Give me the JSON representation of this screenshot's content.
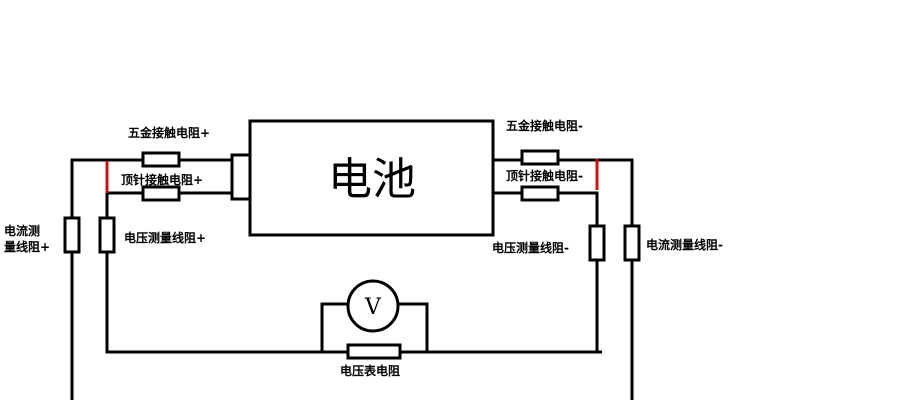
{
  "battery": {
    "label": "电池"
  },
  "voltmeter": {
    "symbol": "V"
  },
  "labels": {
    "gold_contact_pos": "五金接触电阻+",
    "pin_contact_pos": "顶针接触电阻+",
    "current_lead_pos_line1": "电流测",
    "current_lead_pos_line2": "量线阻+",
    "voltage_lead_pos": "电压测量线阻+",
    "gold_contact_neg": "五金接触电阻-",
    "pin_contact_neg": "顶针接触电阻-",
    "voltage_lead_neg": "电压测量线阻-",
    "current_lead_neg": "电流测量线阻-",
    "voltmeter_resistance": "电压表电阻"
  },
  "colors": {
    "wire": "#000000",
    "contact_point": "#cc1111"
  }
}
